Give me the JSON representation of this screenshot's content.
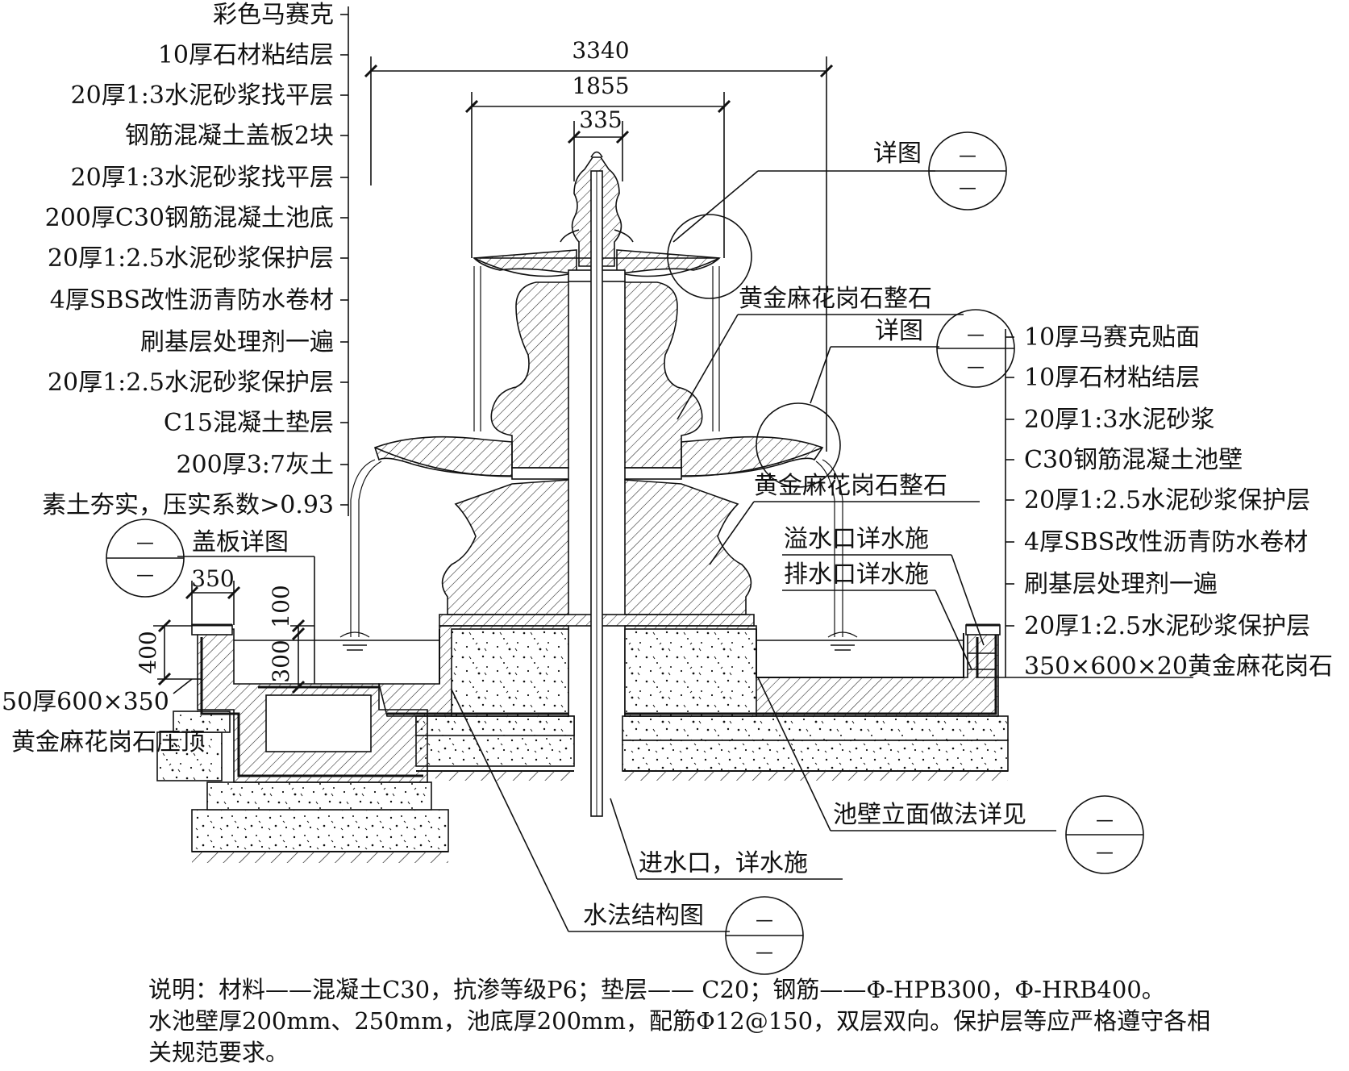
{
  "left_layers": [
    "彩色马赛克",
    "10厚石材粘结层",
    "20厚1:3水泥砂浆找平层",
    "钢筋混凝土盖板2块",
    "20厚1:3水泥砂浆找平层",
    "200厚C30钢筋混凝土池底",
    "20厚1:2.5水泥砂浆保护层",
    "4厚SBS改性沥青防水卷材",
    "刷基层处理剂一遍",
    "20厚1:2.5水泥砂浆保护层",
    "C15混凝土垫层",
    "200厚3:7灰土",
    "素土夯实，压实系数>0.93"
  ],
  "right_layers": [
    "10厚马赛克贴面",
    "10厚石材粘结层",
    "20厚1:3水泥砂浆",
    "C30钢筋混凝土池壁",
    "20厚1:2.5水泥砂浆保护层",
    "4厚SBS改性沥青防水卷材",
    "刷基层处理剂一遍",
    "20厚1:2.5水泥砂浆保护层",
    "350×600×20黄金麻花岗石"
  ],
  "dimensions": {
    "d3340": "3340",
    "d1855": "1855",
    "d335": "335",
    "d350": "350",
    "d400": "400",
    "d100": "100",
    "d300": "300"
  },
  "callouts": {
    "detail_upper": "详图",
    "granite_upper": "黄金麻花岗石整石",
    "detail_middle": "详图",
    "granite_lower": "黄金麻花岗石整石",
    "overflow": "溢水口详水施",
    "drain": "排水口详水施",
    "cover_detail": "盖板详图",
    "coping_line1": "50厚600×350",
    "coping_line2": "黄金麻花岗石压顶",
    "wall_elevation": "池壁立面做法详见",
    "inlet": "进水口，详水施",
    "structure": "水法结构图",
    "ref_symbol": "—"
  },
  "notes": {
    "line1": "说明：材料——混凝土C30，抗渗等级P6；垫层—— C20；钢筋——Φ-HPB300，Φ-HRB400。",
    "line2": "水池壁厚200mm、250mm，池底厚200mm，配筋Φ12@150，双层双向。保护层等应严格遵守各相",
    "line3": "关规范要求。"
  }
}
